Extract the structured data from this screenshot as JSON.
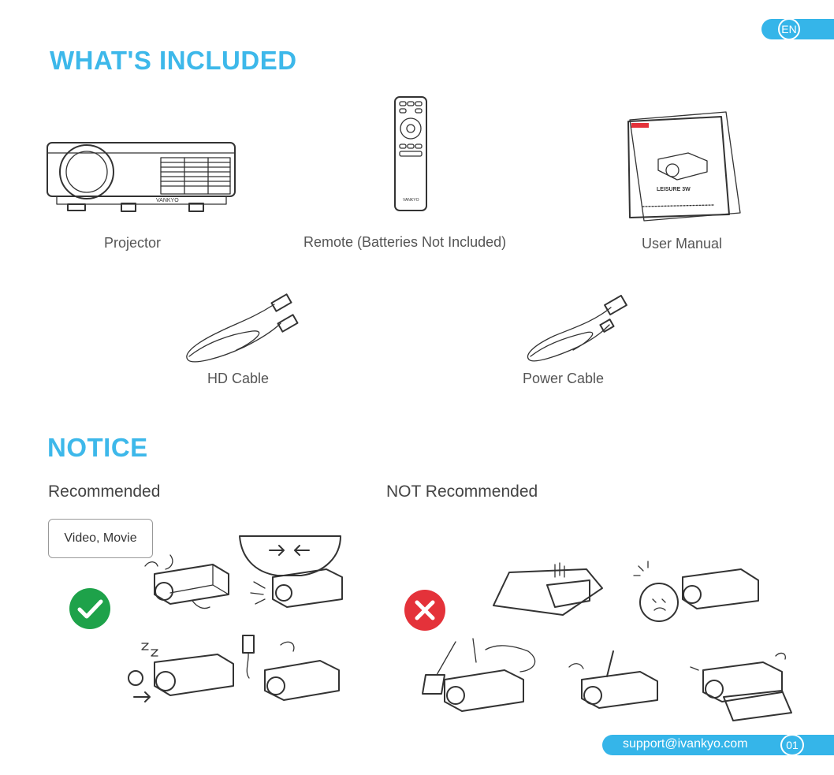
{
  "header": {
    "language_badge": "EN"
  },
  "included": {
    "title": "WHAT'S INCLUDED",
    "items": [
      {
        "label": "Projector",
        "icon": "projector-icon"
      },
      {
        "label": "Remote (Batteries Not Included)",
        "icon": "remote-icon"
      },
      {
        "label": "User Manual",
        "icon": "manual-icon"
      },
      {
        "label": "HD Cable",
        "icon": "hd-cable-icon"
      },
      {
        "label": "Power Cable",
        "icon": "power-cable-icon"
      }
    ],
    "projector_brand": "VANKYO",
    "remote_brand": "VANKYO",
    "manual_title": "LEISURE 3W"
  },
  "notice": {
    "title": "NOTICE",
    "recommended_label": "Recommended",
    "not_recommended_label": "NOT Recommended",
    "use_tag": "Video, Movie"
  },
  "footer": {
    "email": "support@ivankyo.com",
    "page_number": "01"
  },
  "colors": {
    "accent": "#3db8ea",
    "check_green": "#1ea24a",
    "cross_red": "#e4323a"
  }
}
